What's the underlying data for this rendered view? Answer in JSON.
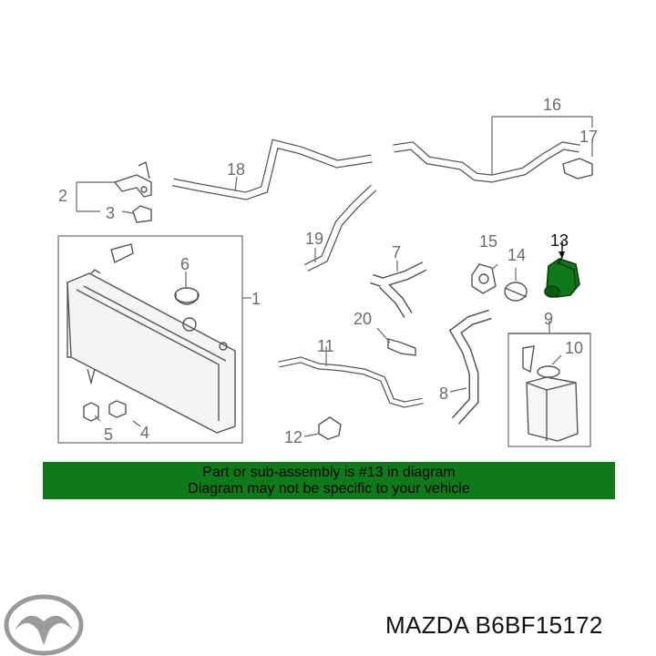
{
  "callouts": {
    "c1": "1",
    "c2": "2",
    "c3": "3",
    "c4": "4",
    "c5": "5",
    "c6": "6",
    "c7": "7",
    "c8": "8",
    "c9": "9",
    "c10": "10",
    "c11": "11",
    "c12": "12",
    "c13": "13",
    "c14": "14",
    "c15": "15",
    "c16": "16",
    "c17": "17",
    "c18": "18",
    "c19": "19",
    "c20": "20"
  },
  "highlight": {
    "part_number": "13",
    "color": "#0f7a1a"
  },
  "banner": {
    "line1": "Part or sub-assembly is #13 in diagram",
    "line2": "Diagram may not be specific to your vehicle"
  },
  "footer": {
    "brand": "MAZDA",
    "part_code": "B6BF15172",
    "logo": "mazda-logo-icon"
  }
}
